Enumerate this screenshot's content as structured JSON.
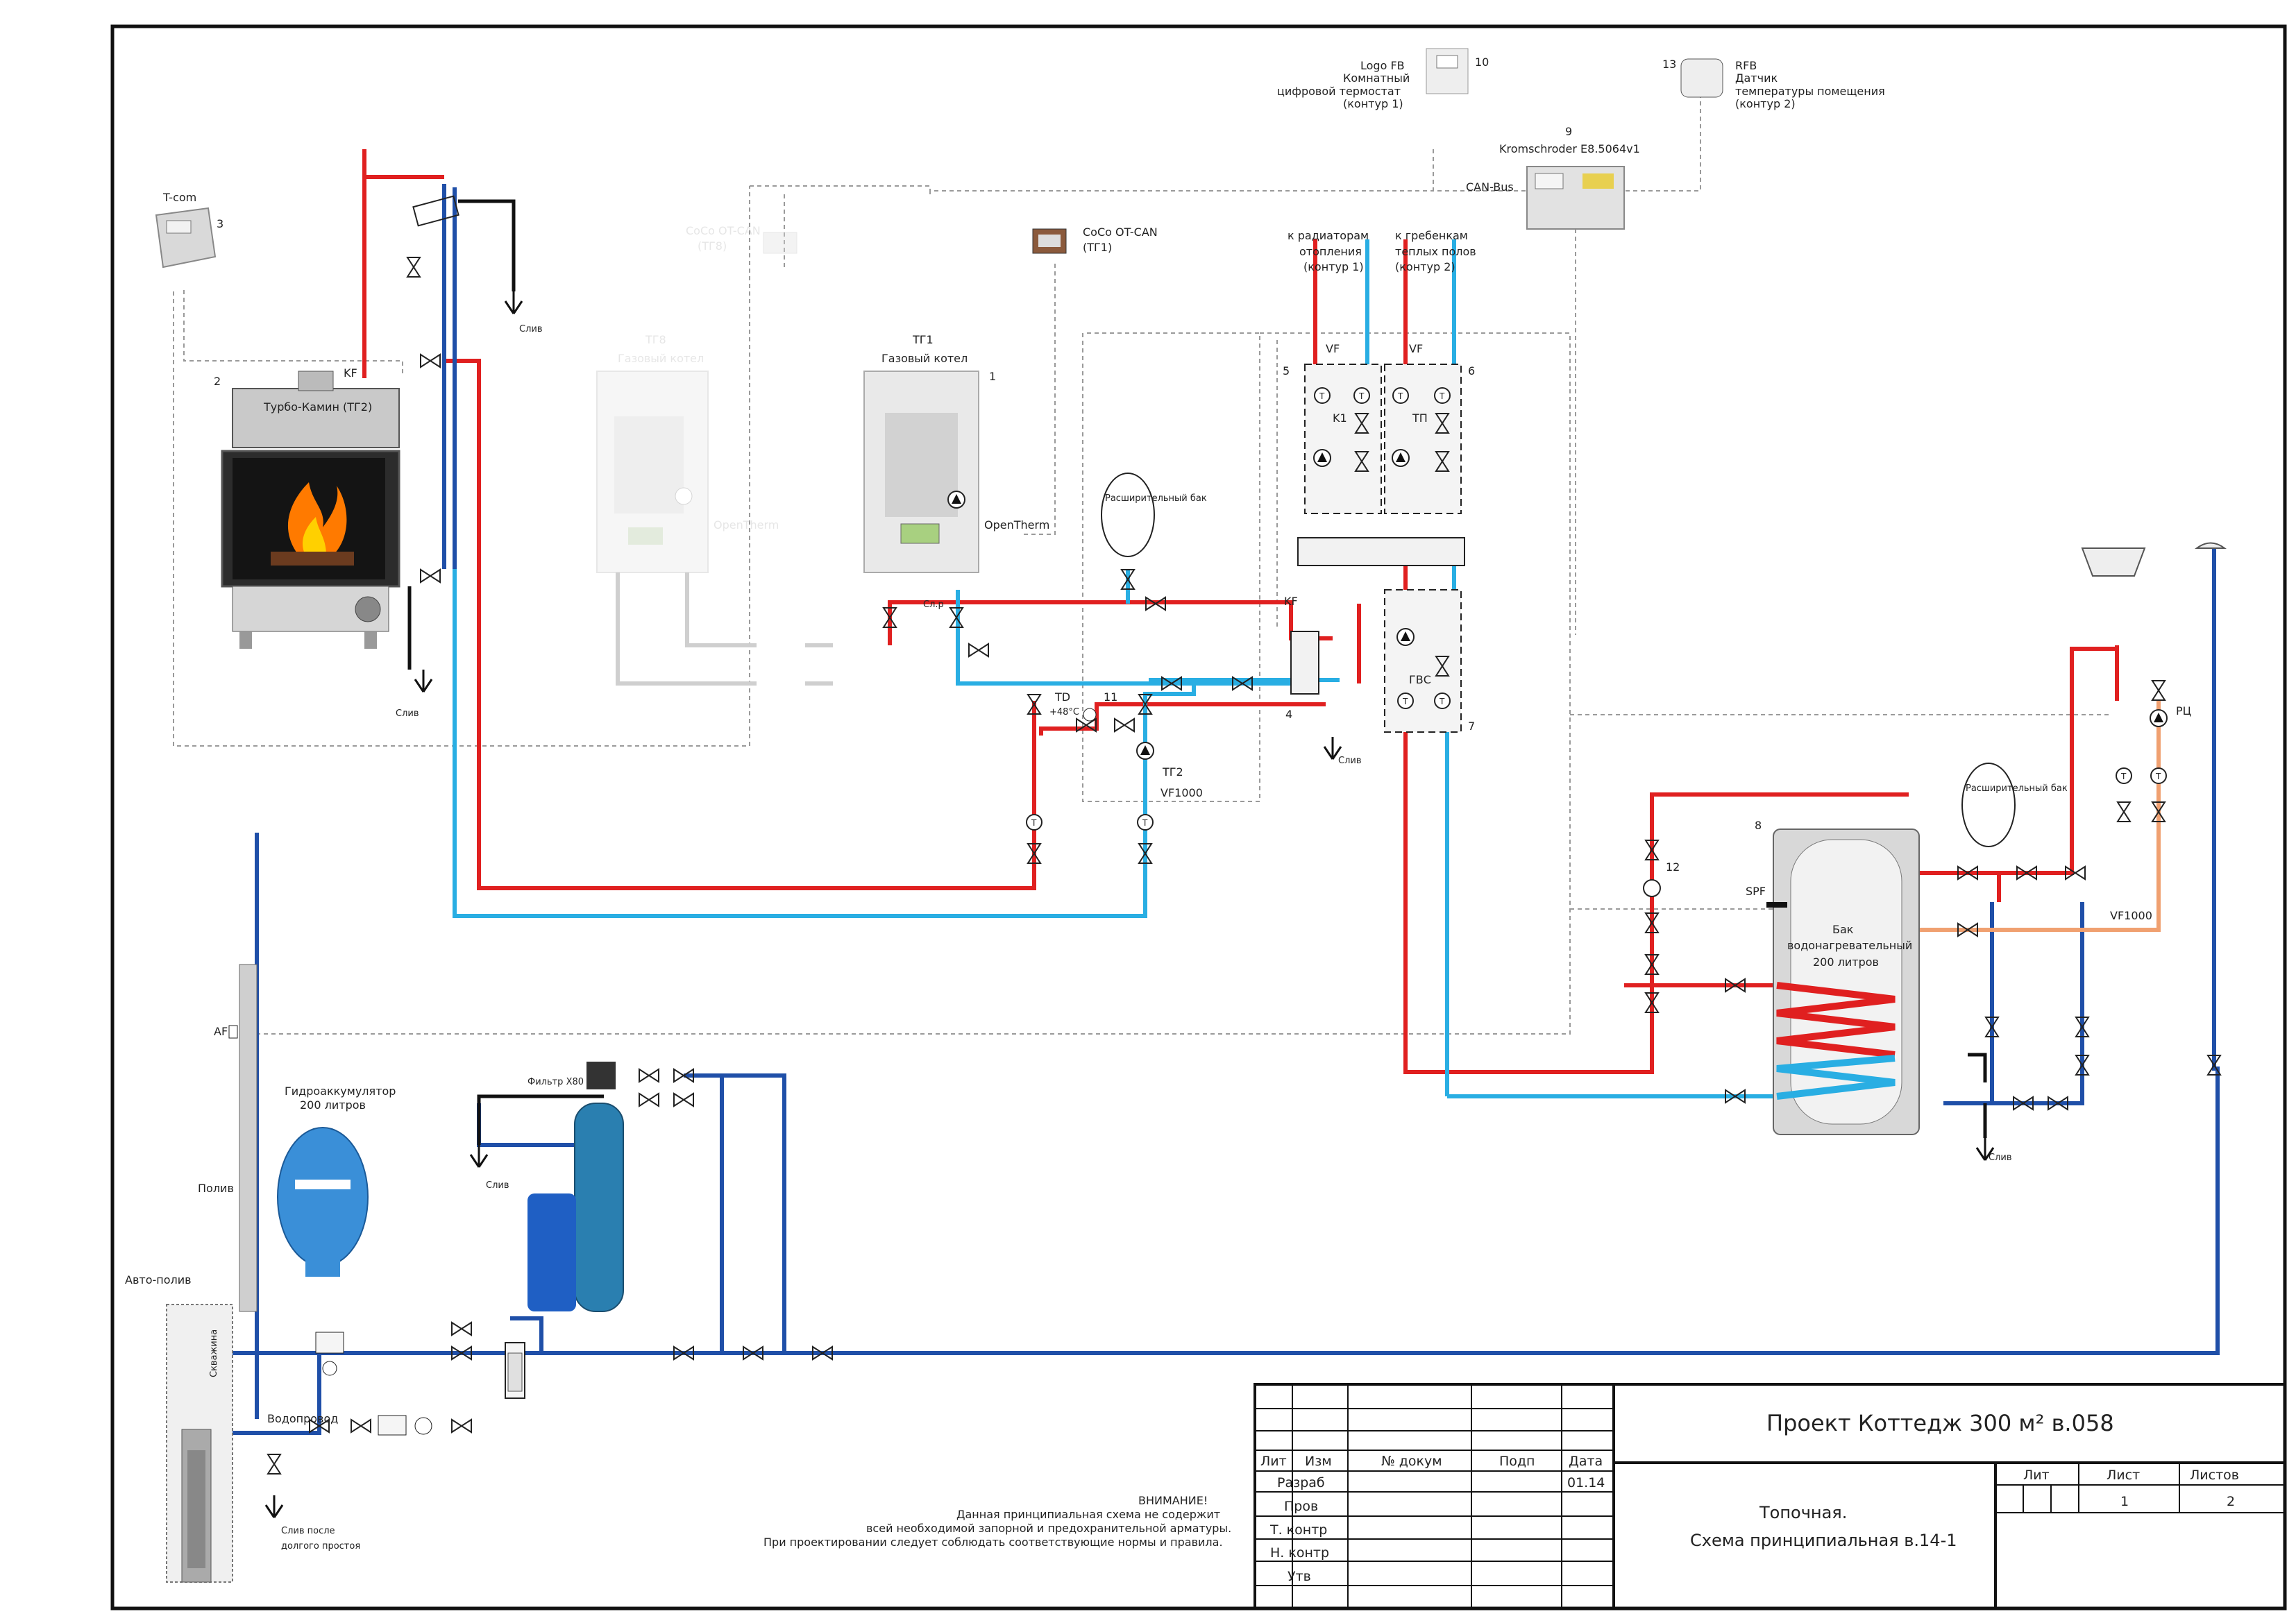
{
  "tcom": {
    "name": "T-com",
    "num": "3"
  },
  "fireplace": {
    "name": "Турбо-Камин (ТГ2)",
    "num": "2",
    "kf": "KF"
  },
  "tg8": {
    "name": "ТГ8",
    "sub": "Газовый котел",
    "ot": "OpenTherm",
    "coco": "CoCo OT-CAN",
    "coco_sub": "(ТГ8)"
  },
  "tg1": {
    "name": "ТГ1",
    "sub": "Газовый котел",
    "num": "1",
    "ot": "OpenTherm",
    "coco": "CoCo OT-CAN",
    "coco_sub": "(ТГ1)",
    "slip": "Сл.р"
  },
  "logo_fb": {
    "l1": "Logo FB",
    "l2": "Комнатный",
    "l3": "цифровой термостат",
    "l4": "(контур 1)",
    "num": "10"
  },
  "rfb": {
    "num": "13",
    "l1": "RFB",
    "l2": "Датчик",
    "l3": "температуры помещения",
    "l4": "(контур 2)"
  },
  "kroms": {
    "num": "9",
    "name": "Kromschroder E8.5064v1",
    "bus": "CAN-Bus"
  },
  "radiators": {
    "l1": "к радиаторам",
    "l2": "отопления",
    "l3": "(контур 1)"
  },
  "floors": {
    "l1": "к гребенкам",
    "l2": "теплых полов",
    "l3": "(контур 2)"
  },
  "group_k1": {
    "num": "5",
    "name": "K1",
    "vf": "VF"
  },
  "group_tp": {
    "num": "6",
    "name": "ТП",
    "vf": "VF"
  },
  "group_gvs": {
    "num": "7",
    "name": "ГВС"
  },
  "manifold": {
    "num": "4",
    "kf": "KF"
  },
  "exp_tank1": {
    "name": "Расширительный бак"
  },
  "exp_tank2": {
    "name": "Расширительный бак"
  },
  "mix": {
    "td": "TD",
    "temp": "+48°C",
    "num": "11",
    "tg2": "ТГ2",
    "vf1000": "VF1000"
  },
  "boiler_tank": {
    "num": "8",
    "l1": "Бак",
    "l2": "водонагревательный",
    "l3": "200 литров",
    "spf": "SPF"
  },
  "recirc": {
    "rc": "РЦ",
    "vf1000": "VF1000",
    "num12": "12"
  },
  "drain": "Слив",
  "water": {
    "af": "AF",
    "hydro": "Гидроаккумулятор",
    "hydro2": "200 литров",
    "filter": "Фильтр X80",
    "poliv": "Полив",
    "autopoliv": "Авто-полив",
    "vodoprovod": "Водопровод",
    "slip_long": "Слив после",
    "slip_long2": "долгого простоя",
    "well": "Скважина"
  },
  "notice": {
    "title": "ВНИМАНИЕ!",
    "l1": "Данная принципиальная схема не содержит",
    "l2": "всей необходимой запорной и предохранительной арматуры.",
    "l3": "При проектировании следует соблюдать соответствующие нормы и правила."
  },
  "title_block": {
    "project": "Проект Коттедж 300 м² в.058",
    "sheet_title1": "Топочная.",
    "sheet_title2": "Схема принципиальная в.14-1",
    "lit": "Лит",
    "izm": "Изм",
    "doc": "№ докум",
    "podp": "Подп",
    "date": "Дата",
    "razrab": "Разраб",
    "prov": "Пров",
    "tkontr": "Т. контр",
    "nkontr": "Н. контр",
    "utv": "Утв",
    "date_val": "01.14",
    "lit2": "Лит",
    "list": "Лист",
    "listov": "Листов",
    "list_val": "1",
    "listov_val": "2"
  }
}
